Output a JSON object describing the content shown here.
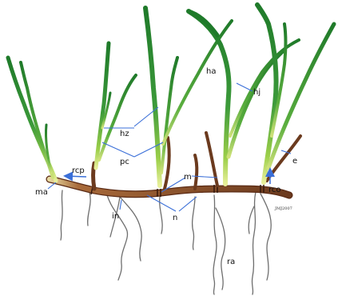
{
  "labels": {
    "ma": "ma",
    "rcp": "rcp",
    "in": "in",
    "hz": "hz",
    "pc": "pc",
    "m": "m",
    "n": "n",
    "ha": "ha",
    "hj": "hj",
    "e": "e",
    "rco": "rco",
    "ra": "ra"
  },
  "signature": "JMJ2007",
  "colors": {
    "leaf_dark": "#1f7a2a",
    "leaf_mid": "#3c9a3a",
    "leaf_light": "#9ccf4a",
    "leaf_pale": "#e8ef9a",
    "rhizome": "#8a4a2a",
    "rhizome_dark": "#5a2a14",
    "root": "#6e6e6e",
    "arrow": "#3a6fd8",
    "leader": "#3a6fd8"
  }
}
